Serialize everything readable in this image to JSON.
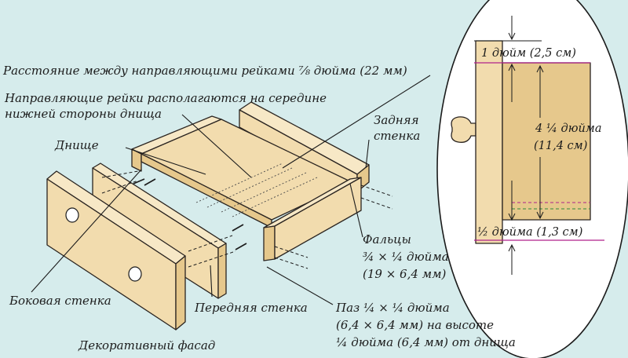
{
  "labels": {
    "rail_distance": "Расстояние между направляющими рейками ⅞ дюйма (22 мм)",
    "rails_line1": "Направляющие рейки располагаются на середине",
    "rails_line2": "нижней стороны днища",
    "bottom": "Днище",
    "back_line1": "Задняя",
    "back_line2": "стенка",
    "rabbets_line1": "Фальцы",
    "rabbets_line2": "¾ × ¼ дюйма",
    "rabbets_line3": "(19 × 6,4 мм)",
    "side": "Боковая стенка",
    "front": "Передняя стенка",
    "groove_line1": "Паз ¼ × ¼ дюйма",
    "groove_line2": "(6,4 × 6,4 мм) на высоте",
    "groove_line3": "¼ дюйма (6,4 мм) от днища",
    "face": "Декоративный фасад"
  },
  "detail": {
    "top_dim": "1 дюйм (2,5 см)",
    "height_line1": "4 ¼ дюйма",
    "height_line2": "(11,4 см)",
    "bottom_dim": "½ дюйма (1,3 см)"
  },
  "colors": {
    "background": "#d6ecec",
    "wood": "#f2dcae",
    "magenta_accent": "#b0228c",
    "green_accent": "#2f8a3a"
  }
}
